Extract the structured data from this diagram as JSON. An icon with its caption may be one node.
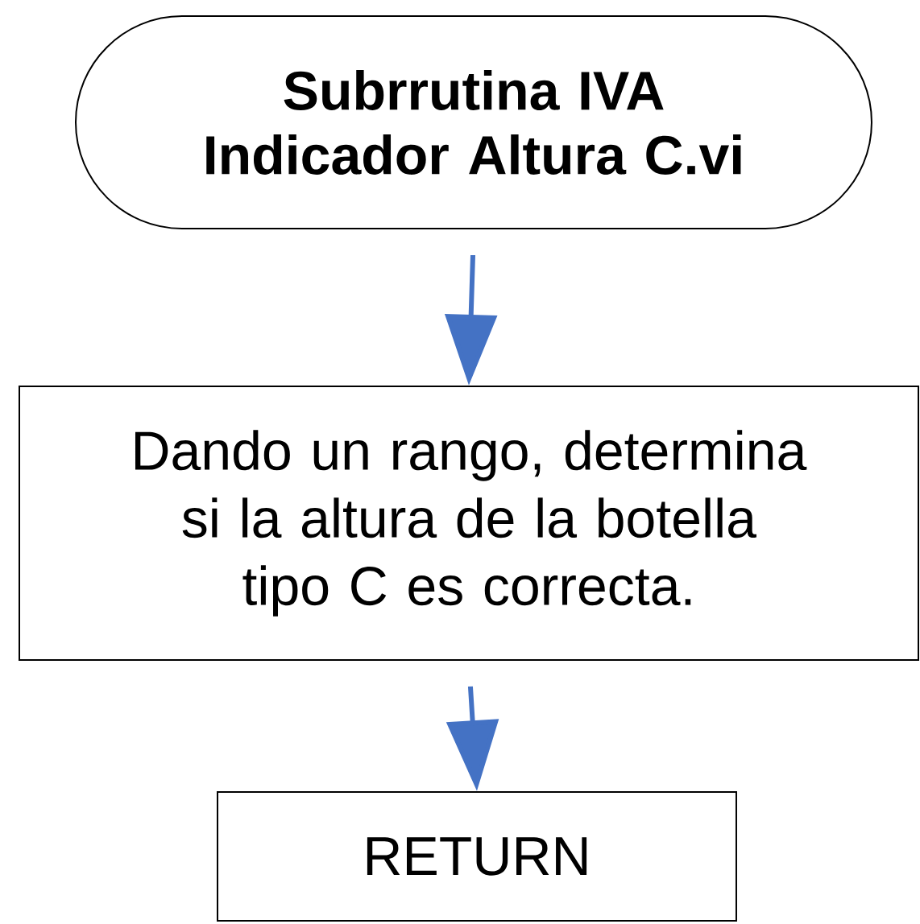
{
  "diagram": {
    "nodes": [
      {
        "text": [
          "Subrrutina IVA Indicador Altura C.vi"
        ]
      },
      {
        "text": [
          "Dando un rango, determina si la altura de la botella tipo C es correcta."
        ]
      },
      {
        "text": [
          "RETURN"
        ]
      }
    ],
    "edges": [
      {
        "from": 0,
        "to": 1,
        "arrow": "to"
      },
      {
        "from": 1,
        "to": 2,
        "arrow": "to"
      }
    ]
  }
}
